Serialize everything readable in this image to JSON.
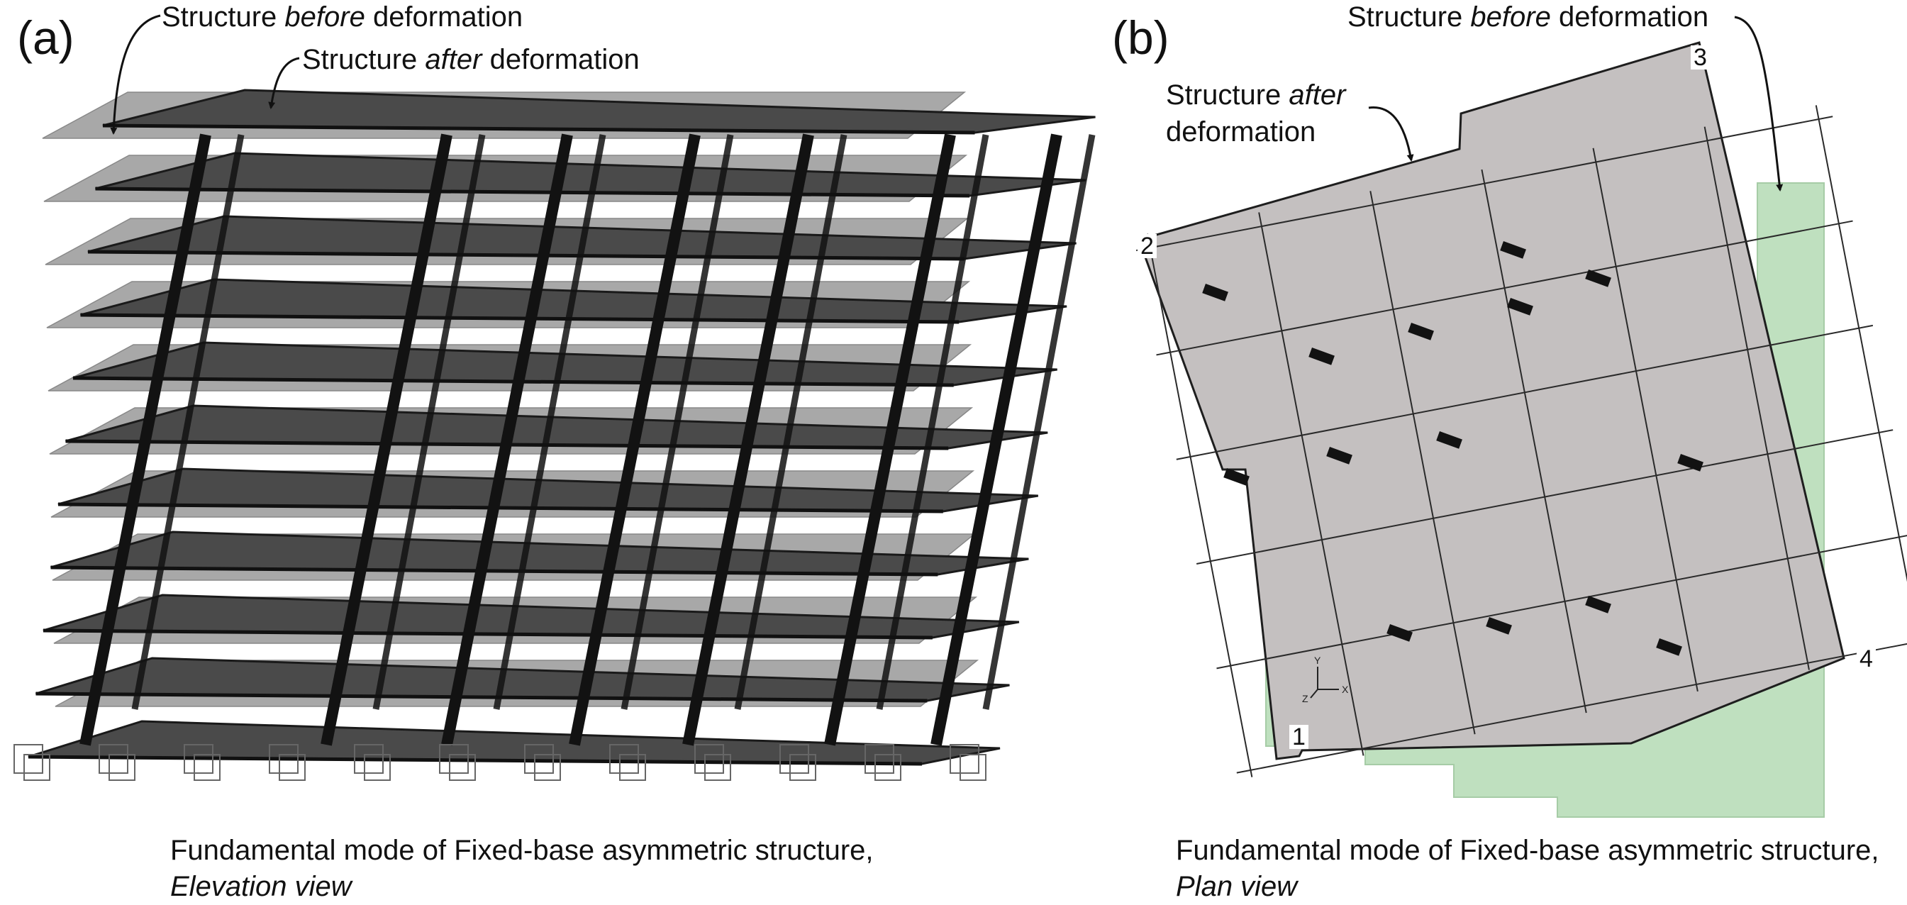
{
  "panel_a": {
    "label": "(a)",
    "callout_before": {
      "prefix": "Structure ",
      "emph": "before",
      "suffix": " deformation"
    },
    "callout_after": {
      "prefix": "Structure ",
      "emph": "after",
      "suffix": " deformation"
    },
    "caption_line1": "Fundamental mode of Fixed-base asymmetric structure,",
    "caption_line2": "Elevation view"
  },
  "panel_b": {
    "label": "(b)",
    "callout_before": {
      "prefix": "Structure ",
      "emph": "before",
      "suffix": " deformation"
    },
    "callout_after_line1": {
      "prefix": "Structure ",
      "emph": "after"
    },
    "callout_after_line2": "deformation",
    "caption_line1": "Fundamental mode of Fixed-base asymmetric structure,",
    "caption_line2": "Plan view",
    "corner_labels": [
      "1",
      "2",
      "3",
      "4"
    ],
    "axis_labels": {
      "x": "X",
      "y": "Y",
      "z": "Z"
    }
  },
  "colors": {
    "slab_deformed_elevation": "#4a4a4a",
    "slab_undeformed_elevation": "#a8a8a8",
    "column": "#121212",
    "slab_deformed_plan": "#c4c0c0",
    "slab_undeformed_plan": "#bfe0bf"
  }
}
